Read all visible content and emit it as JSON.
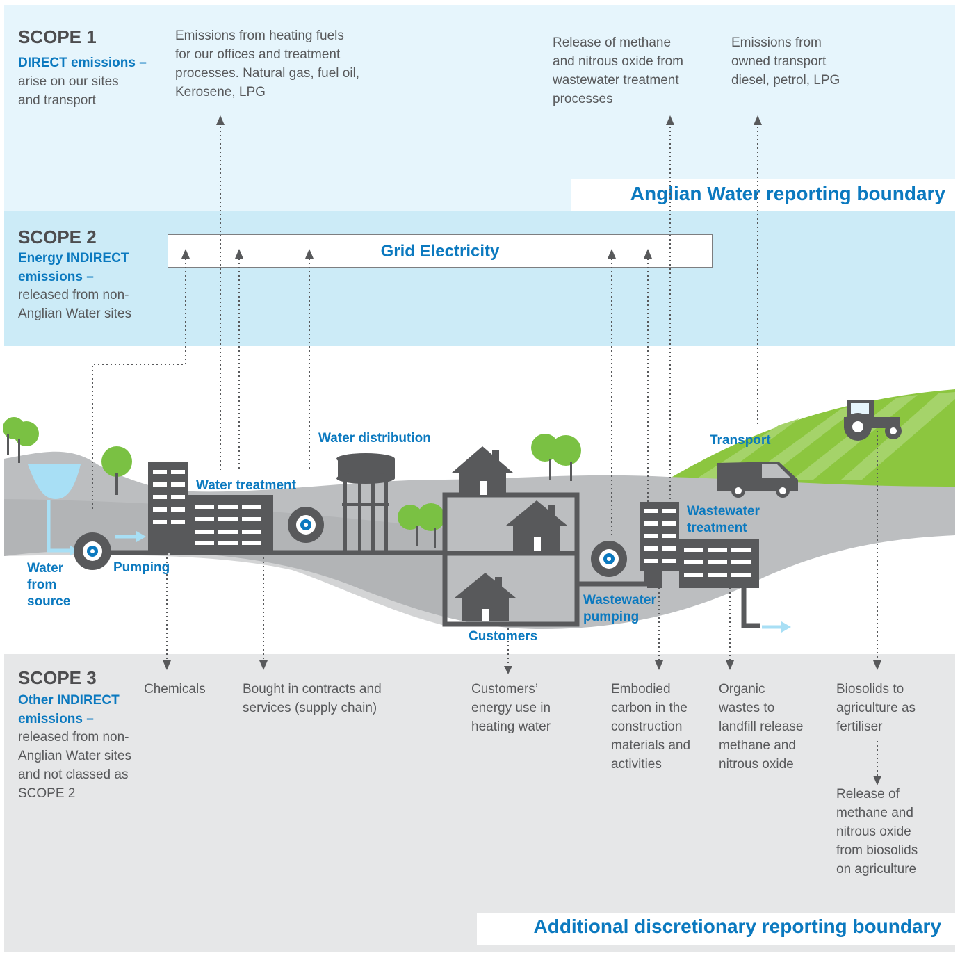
{
  "colors": {
    "scope1_bg": "#e6f5fc",
    "scope2_bg": "#ccebf7",
    "scope3_bg": "#e6e7e8",
    "ground": "#bcbec0",
    "infrastructure": "#58595b",
    "accent_blue": "#0b79bf",
    "water": "#a8dff5",
    "tree": "#7ac143",
    "field": "#8cc63f"
  },
  "scope1": {
    "title": "SCOPE 1",
    "subtitle": "DIRECT emissions –",
    "description": "arise on our sites\nand transport"
  },
  "scope2": {
    "title": "SCOPE 2",
    "subtitle": "Energy INDIRECT\nemissions –",
    "description": "released from non-\nAnglian Water sites"
  },
  "scope3": {
    "title": "SCOPE 3",
    "subtitle": "Other INDIRECT\nemissions –",
    "description": "released from non-\nAnglian Water sites\nand not classed as\nSCOPE 2"
  },
  "scope1_notes": {
    "heating": "Emissions from heating fuels\nfor our offices and treatment\nprocesses. Natural gas, fuel oil,\nKerosene, LPG",
    "methane": "Release of methane\nand nitrous oxide from\nwastewater treatment\nprocesses",
    "transport": "Emissions from\nowned transport\ndiesel, petrol, LPG"
  },
  "boundaries": {
    "anglian": "Anglian Water reporting boundary",
    "discretionary": "Additional discretionary reporting boundary"
  },
  "grid": {
    "label": "Grid Electricity"
  },
  "process_labels": {
    "water_from_source": "Water\nfrom\nsource",
    "pumping": "Pumping",
    "water_treatment": "Water treatment",
    "water_distribution": "Water distribution",
    "customers": "Customers",
    "wastewater_pumping": "Wastewater\npumping",
    "wastewater_treatment": "Wastewater\ntreatment",
    "transport": "Transport"
  },
  "scope3_notes": {
    "chemicals": "Chemicals",
    "contracts": "Bought in contracts and\nservices (supply chain)",
    "customers_energy": "Customers’\nenergy use in\nheating water",
    "embodied": "Embodied\ncarbon in the\nconstruction\nmaterials and\nactivities",
    "organic": "Organic\nwastes to\nlandfill release\nmethane and\nnitrous oxide",
    "biosolids": "Biosolids to\nagriculture as\nfertiliser",
    "biosolids_release": "Release of\nmethane and\nnitrous oxide\nfrom biosolids\non agriculture"
  },
  "icons": [
    "tree-icon",
    "pump-icon",
    "building-icon",
    "water-tower-icon",
    "house-icon",
    "van-icon",
    "tractor-icon",
    "arrow-up-icon",
    "arrow-down-icon"
  ]
}
